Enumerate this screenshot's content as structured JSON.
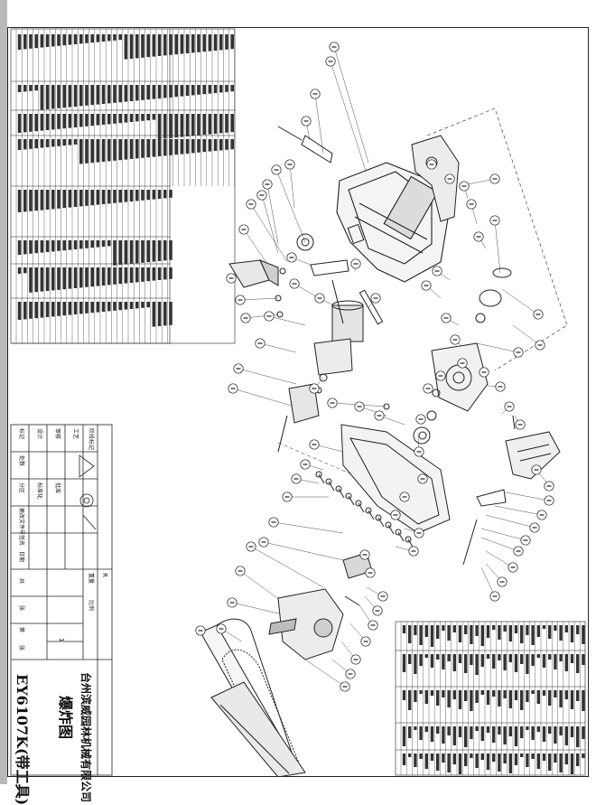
{
  "drawing": {
    "title": "爆炸图",
    "company": "台州滨威园林机械有限公司",
    "model": "EY6107K(带工具)",
    "scale_value": "1",
    "revision_mark": "R"
  },
  "title_block": {
    "labels": [
      "标记",
      "处数",
      "分区",
      "更改文件号",
      "签名",
      "日期",
      "设计",
      "标准化",
      "审核",
      "工艺",
      "批准",
      "阶段标记",
      "重量",
      "比例",
      "共",
      "张",
      "第",
      "张"
    ]
  },
  "colors": {
    "line": "#222222",
    "edge": "#b9b9b9",
    "background": "#ffffff"
  }
}
